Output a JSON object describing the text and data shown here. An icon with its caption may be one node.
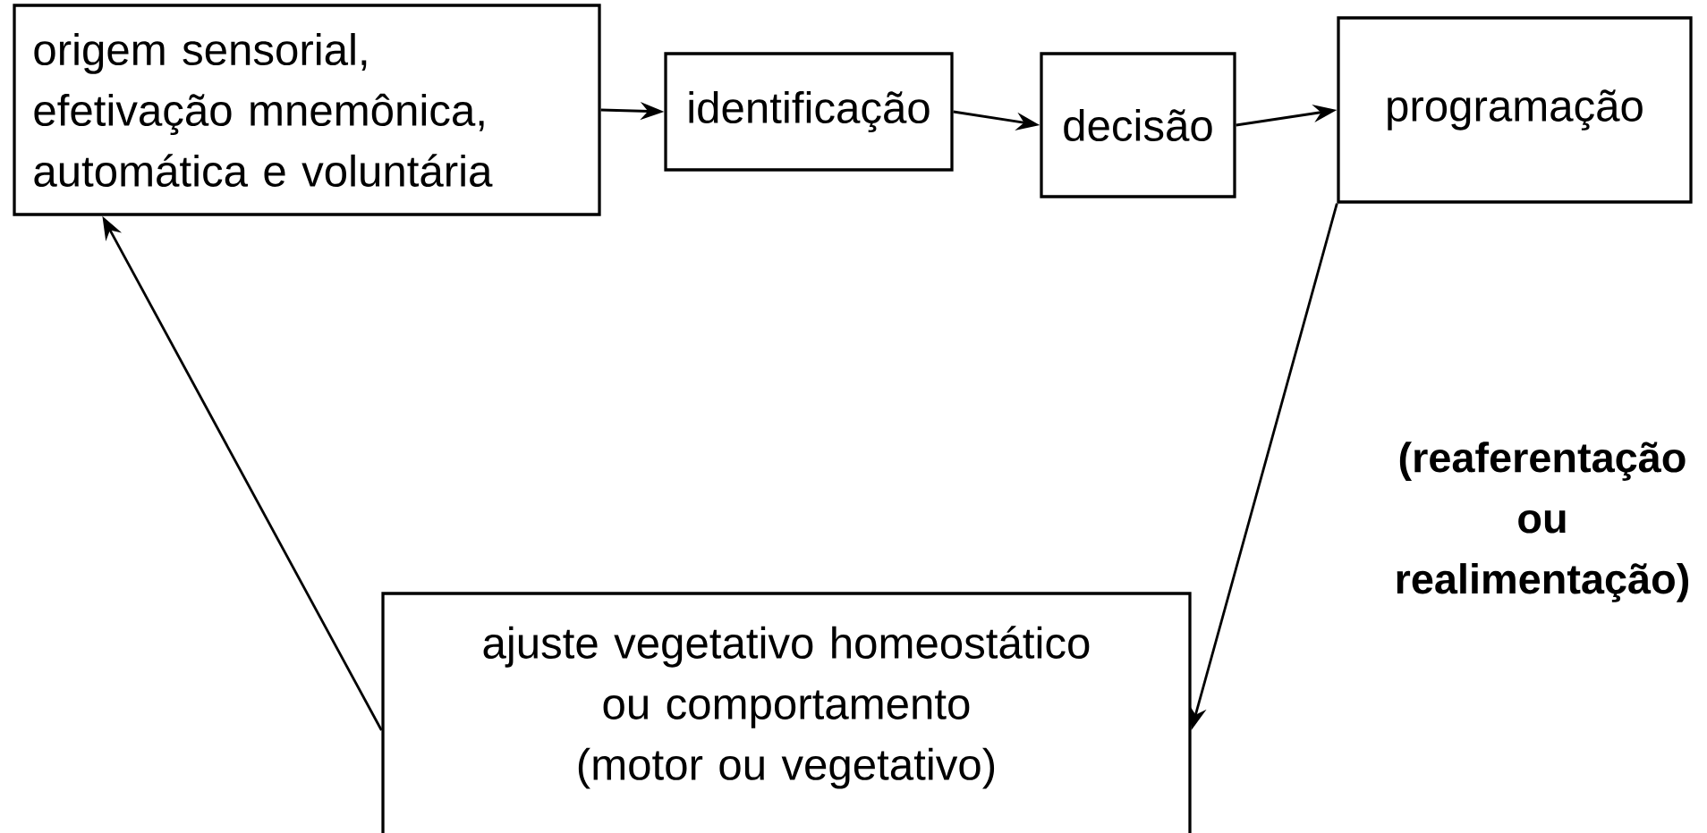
{
  "diagram": {
    "nodes": [
      {
        "text": [
          "origem sensorial, efetivação mnemônica, automática e voluntária"
        ]
      },
      {
        "text": [
          "identificação"
        ]
      },
      {
        "text": [
          "decisão"
        ]
      },
      {
        "text": [
          "programação"
        ]
      },
      {
        "text": [
          "ajuste vegetativo homeostático ou comportamento (motor ou vegetativo)"
        ]
      }
    ],
    "edges": [
      {
        "from": 0,
        "to": 1,
        "arrow": "to"
      },
      {
        "from": 1,
        "to": 2,
        "arrow": "to"
      },
      {
        "from": 2,
        "to": 3,
        "arrow": "to"
      },
      {
        "from": 3,
        "to": 4,
        "arrow": "to",
        "label": "(reaferentação ou realimentação)"
      },
      {
        "from": 4,
        "to": 0,
        "arrow": "to"
      }
    ]
  }
}
